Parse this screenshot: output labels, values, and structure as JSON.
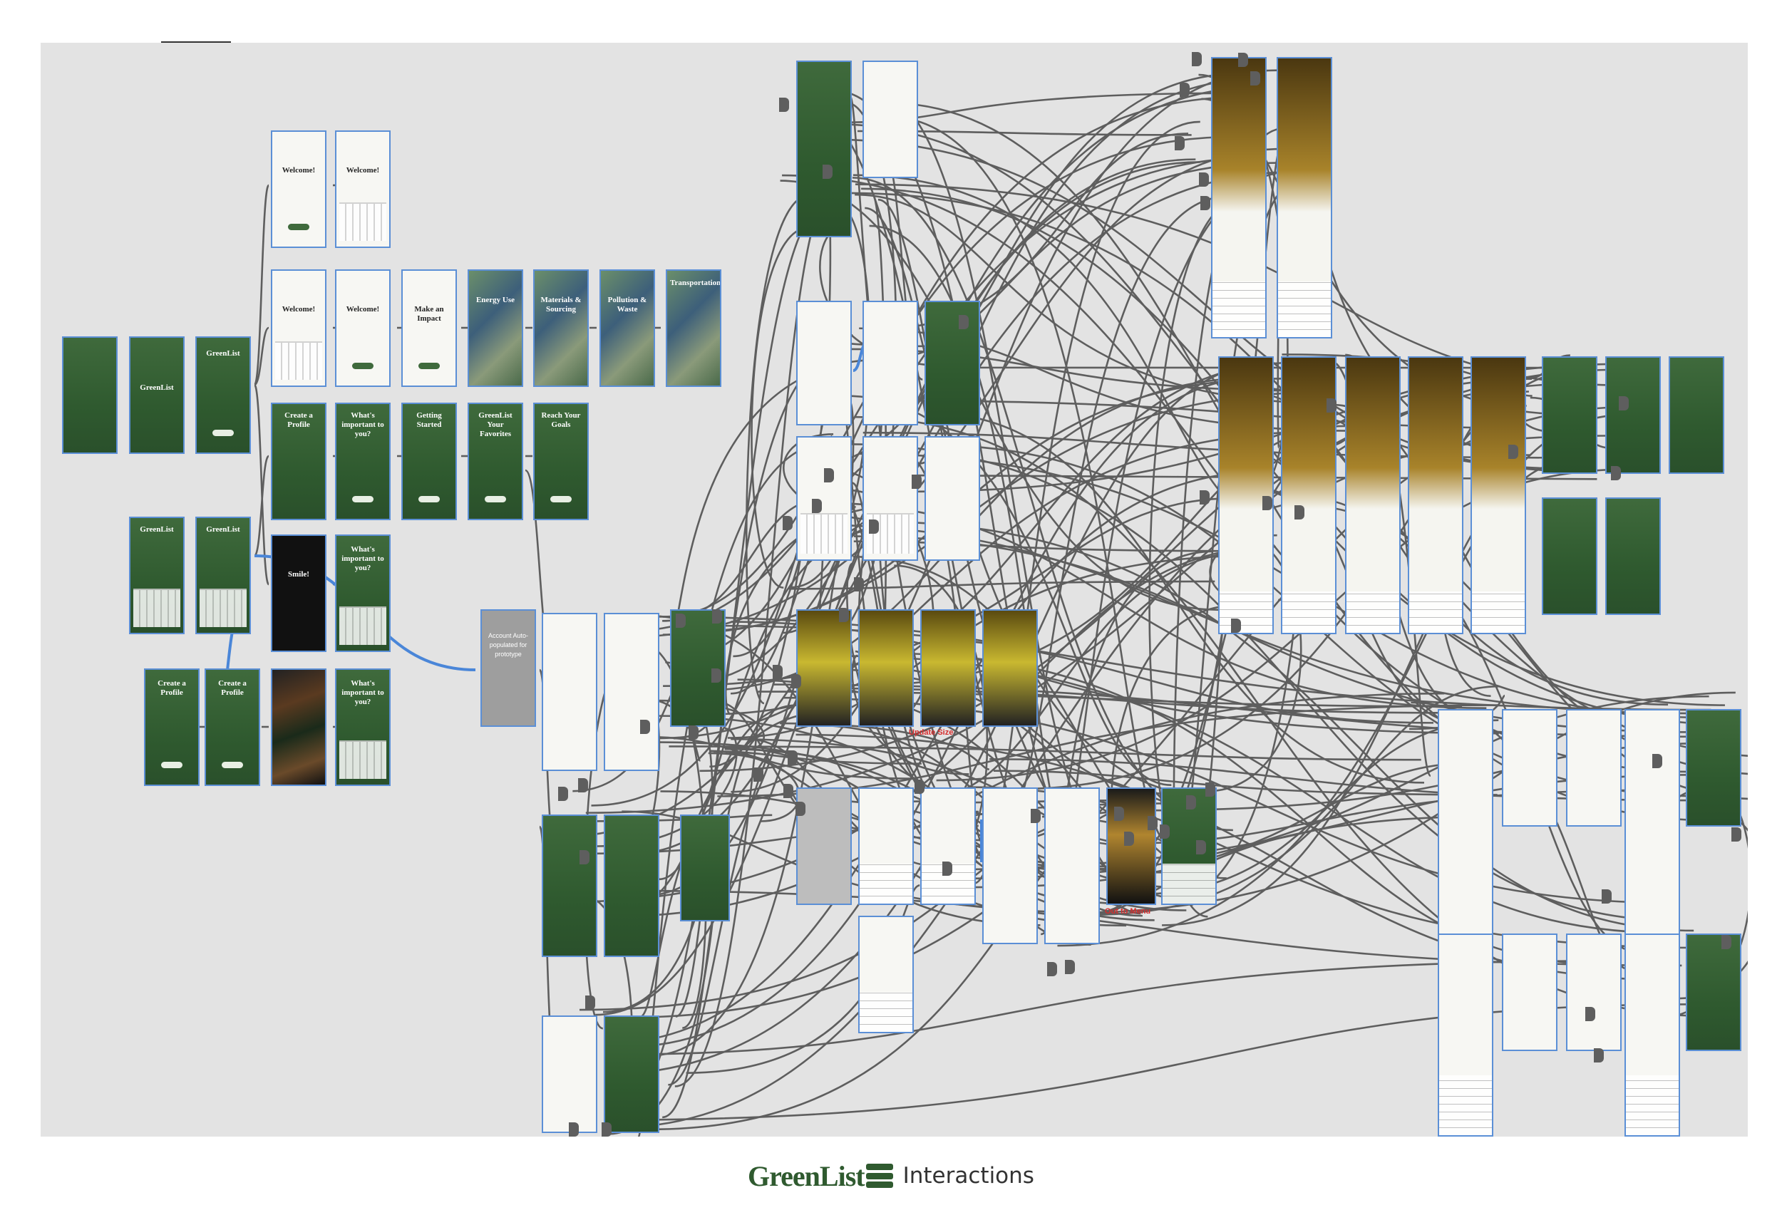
{
  "footer": {
    "logo_text": "GreenList",
    "subtitle": "Interactions"
  },
  "brand_color": "#2f5a2f",
  "wire_color": "#5e5e5e",
  "highlight_wire_color": "#4a86d8",
  "frame_outline_color": "#5b8fd6",
  "frames": [
    {
      "name": "frame-splash-icon",
      "style": "green",
      "title": ""
    },
    {
      "name": "frame-splash-logo",
      "style": "green",
      "title": "GreenList"
    },
    {
      "name": "frame-login",
      "style": "green",
      "title": "GreenList"
    },
    {
      "name": "frame-welcome-1",
      "style": "white",
      "title": "Welcome!"
    },
    {
      "name": "frame-welcome-2",
      "style": "white",
      "title": "Welcome!"
    },
    {
      "name": "frame-welcome-3",
      "style": "white",
      "title": "Welcome!"
    },
    {
      "name": "frame-welcome-4",
      "style": "white",
      "title": "Welcome!"
    },
    {
      "name": "frame-make-impact",
      "style": "white",
      "title": "Make an Impact"
    },
    {
      "name": "frame-energy-use",
      "style": "photo",
      "title": "Energy Use"
    },
    {
      "name": "frame-materials-sourcing",
      "style": "photo",
      "title": "Materials & Sourcing"
    },
    {
      "name": "frame-pollution-waste",
      "style": "photo",
      "title": "Pollution & Waste"
    },
    {
      "name": "frame-transportation",
      "style": "photo",
      "title": "Transportation"
    },
    {
      "name": "frame-login-kbd-1",
      "style": "green",
      "title": "GreenList"
    },
    {
      "name": "frame-login-kbd-2",
      "style": "green",
      "title": "GreenList"
    },
    {
      "name": "frame-create-profile-1",
      "style": "green",
      "title": "Create a Profile"
    },
    {
      "name": "frame-whats-important-1",
      "style": "green",
      "title": "What's important to you?"
    },
    {
      "name": "frame-getting-started",
      "style": "green",
      "title": "Getting Started"
    },
    {
      "name": "frame-greenlist-favorites",
      "style": "green",
      "title": "GreenList Your Favorites"
    },
    {
      "name": "frame-reach-goals",
      "style": "green",
      "title": "Reach Your Goals"
    },
    {
      "name": "frame-camera",
      "style": "dark",
      "title": "Smile!"
    },
    {
      "name": "frame-whats-important-2",
      "style": "green",
      "title": "What's important to you?"
    },
    {
      "name": "frame-create-profile-2",
      "style": "green",
      "title": "Create a Profile"
    },
    {
      "name": "frame-create-profile-3",
      "style": "green",
      "title": "Create a Profile"
    },
    {
      "name": "frame-photo-picker",
      "style": "dark",
      "title": ""
    },
    {
      "name": "frame-whats-important-3",
      "style": "green",
      "title": "What's important to you?"
    },
    {
      "name": "frame-account-autopopulated",
      "style": "grey",
      "title": "Account Auto-populated for prototype"
    }
  ],
  "annotations": {
    "update_label": "Update Size",
    "out_label": "Out to Menu"
  }
}
